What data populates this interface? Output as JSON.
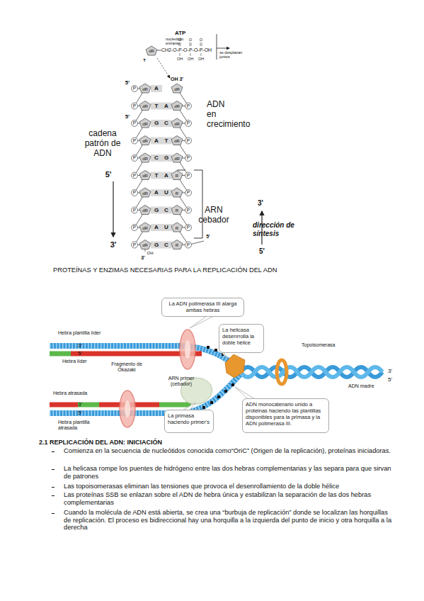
{
  "diagram": {
    "title": "PROTEÍNAS Y ENZIMAS NECESARIAS PARA LA REPLICACIÓN DEL ADN",
    "nodes": [
      {
        "text": [
          "La ADN polimerasa III alarga ambas hebras"
        ]
      },
      {
        "text": [
          "La helicasa desenrrolla la doble hélice"
        ]
      },
      {
        "text": [
          "ADN monocatenario unido a proteinas haciendo las plantillas disponibles para la primasa y la ADN polimerasa III."
        ]
      },
      {
        "text": [
          "La primasa haciendo primer's"
        ]
      }
    ],
    "labels": [
      "ATP",
      "nucleótido entrante",
      "dR",
      "T",
      "O",
      "O",
      "O",
      "CH2-O-P-O-P-O-P-OH",
      "OH",
      "OH",
      "OH",
      "se desplazan juntos",
      "P",
      "dR",
      "A",
      "dR",
      "P",
      "dR",
      "T",
      "A",
      "dR",
      "P",
      "P",
      "dR",
      "G",
      "C",
      "dR",
      "P",
      "P",
      "dR",
      "A",
      "T",
      "dR",
      "P",
      "P",
      "dR",
      "C",
      "G",
      "dR",
      "P",
      "P",
      "dR",
      "T",
      "A",
      "R",
      "P",
      "P",
      "dR",
      "A",
      "U",
      "R",
      "P",
      "P",
      "dR",
      "G",
      "C",
      "R",
      "P",
      "P",
      "dR",
      "A",
      "U",
      "R",
      "P",
      "P",
      "dR",
      "G",
      "C",
      "R",
      "P",
      "5'",
      "OH 3'",
      "5'",
      "ADN en crecimiento",
      "cadena patrón de ADN",
      "5'",
      "3'",
      "ARN cebador",
      "3'",
      "dirección de síntesis",
      "5'",
      "3'",
      "OH",
      "5'",
      "Hebra plantilla líder",
      "3'",
      "5'",
      "Hebra líder",
      "Topoisomerasa",
      "3'",
      "5'",
      "ADN madre",
      "Fragmento de Okazaki",
      "ARN primer (cebador)",
      "Hebra atrasada",
      "3'",
      "5'",
      "Hebra plantilla atrasada",
      "2.1 REPLICACIÓN DEL ADN: INICIACIÓN",
      "Comienza en la secuencia de nucleótidos conocida como“OriC” (Origen de la replicación), proteínas iniciadoras.",
      "La helicasa rompe los puentes de hidrógeno entre las dos hebras complementarias y las separa para que sirvan de patrones",
      "Las topoisomerasas eliminan las tensiones que provoca el desenrollamiento de la doble hélice",
      "Las proteínas SSB se enlazan sobre el ADN de hebra única y estabilizan la separación de las dos hebras complementarias",
      "Cuando la molécula de ADN está abierta, se crea una “burbuja de replicación” donde se localizan las horquillas de replicación. El proceso es bidireccional hay una horquilla a la izquierda del punto de inicio y otra horquilla a la derecha"
    ]
  }
}
